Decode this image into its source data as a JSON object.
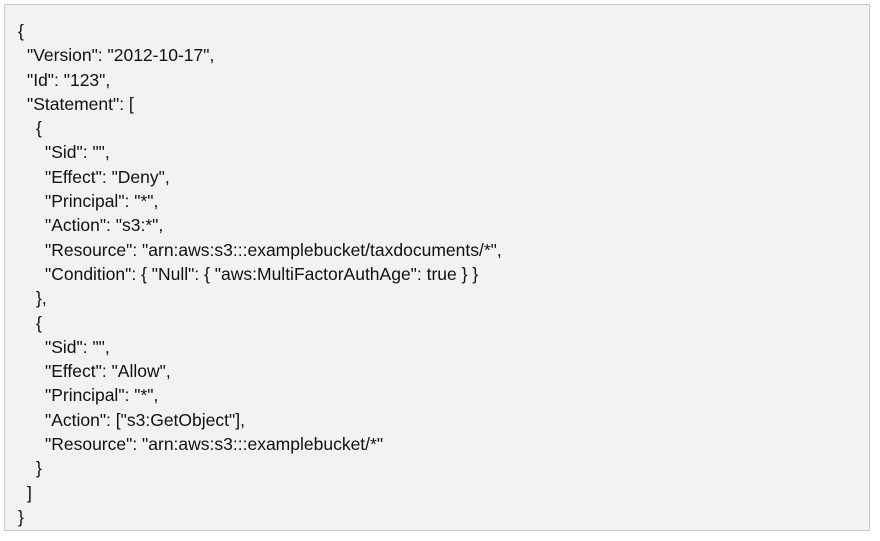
{
  "document": {
    "lines": [
      {
        "indent": 0,
        "text": "{"
      },
      {
        "indent": 1,
        "text": "\"Version\": \"2012-10-17\","
      },
      {
        "indent": 1,
        "text": "\"Id\": \"123\","
      },
      {
        "indent": 1,
        "text": "\"Statement\": ["
      },
      {
        "indent": 2,
        "text": "{"
      },
      {
        "indent": 3,
        "text": "\"Sid\": \"\","
      },
      {
        "indent": 3,
        "text": "\"Effect\": \"Deny\","
      },
      {
        "indent": 3,
        "text": "\"Principal\": \"*\","
      },
      {
        "indent": 3,
        "text": "\"Action\": \"s3:*\","
      },
      {
        "indent": 3,
        "text": "\"Resource\": \"arn:aws:s3:::examplebucket/taxdocuments/*\","
      },
      {
        "indent": 3,
        "text": "\"Condition\": { \"Null\": { \"aws:MultiFactorAuthAge\": true } }"
      },
      {
        "indent": 2,
        "text": "},"
      },
      {
        "indent": 2,
        "text": "{"
      },
      {
        "indent": 3,
        "text": "\"Sid\": \"\","
      },
      {
        "indent": 3,
        "text": "\"Effect\": \"Allow\","
      },
      {
        "indent": 3,
        "text": "\"Principal\": \"*\","
      },
      {
        "indent": 3,
        "text": "\"Action\": [\"s3:GetObject\"],"
      },
      {
        "indent": 3,
        "text": "\"Resource\": \"arn:aws:s3:::examplebucket/*\""
      },
      {
        "indent": 2,
        "text": "}"
      },
      {
        "indent": 1,
        "text": "]"
      },
      {
        "indent": 0,
        "text": "}"
      }
    ]
  }
}
